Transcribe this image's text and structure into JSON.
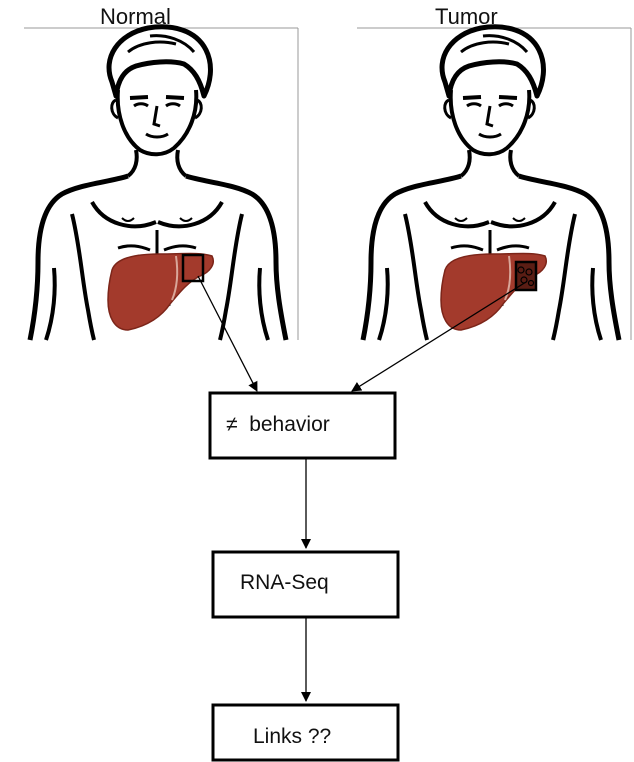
{
  "panels": {
    "normal": {
      "title": "Normal"
    },
    "tumor": {
      "title": "Tumor"
    }
  },
  "nodes": {
    "behavior": "≠  behavior",
    "rnaseq": "RNA-Seq",
    "links": "Links ??"
  },
  "colors": {
    "liver": "#a33a2c",
    "liver_dark": "#7c2519",
    "outline": "#000000"
  }
}
